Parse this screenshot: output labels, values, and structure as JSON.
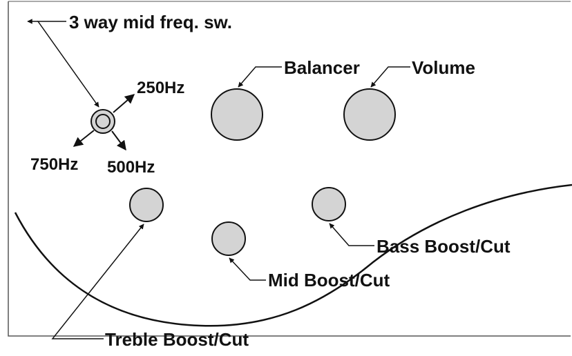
{
  "labels": {
    "mid_switch": "3 way mid freq. sw.",
    "freq_250": "250Hz",
    "freq_500": "500Hz",
    "freq_750": "750Hz",
    "balancer": "Balancer",
    "volume": "Volume",
    "bass": "Bass Boost/Cut",
    "mid": "Mid Boost/Cut",
    "treble": "Treble Boost/Cut"
  },
  "colors": {
    "knob_fill": "#d4d4d4",
    "stroke": "#111111",
    "background": "#ffffff"
  }
}
